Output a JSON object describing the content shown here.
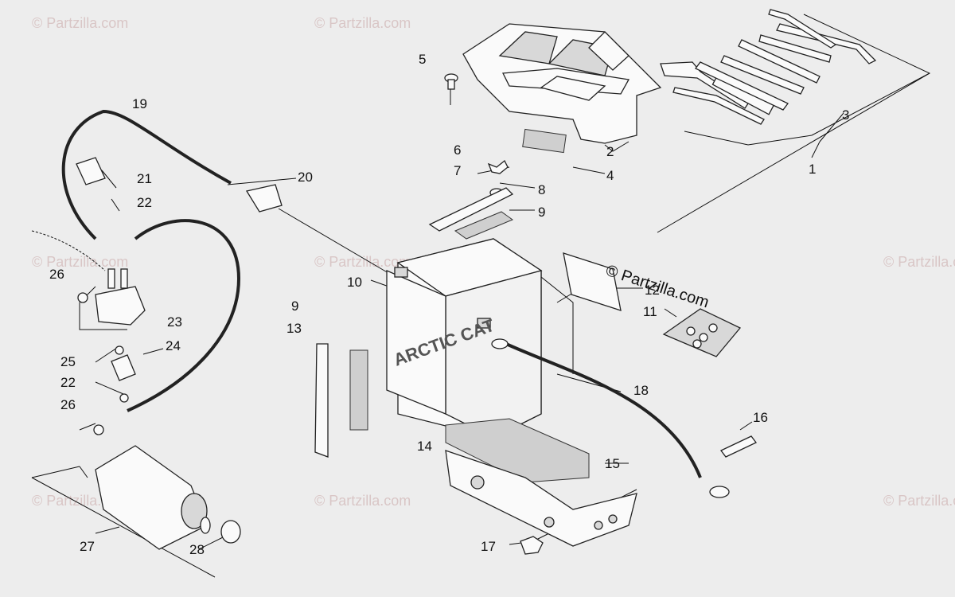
{
  "diagram": {
    "copyright": "© Partzilla.com",
    "watermark": "© Partzilla.com",
    "callouts": [
      {
        "id": "c1",
        "text": "1"
      },
      {
        "id": "c2",
        "text": "2"
      },
      {
        "id": "c3",
        "text": "3"
      },
      {
        "id": "c4",
        "text": "4"
      },
      {
        "id": "c5",
        "text": "5"
      },
      {
        "id": "c6",
        "text": "6"
      },
      {
        "id": "c7",
        "text": "7"
      },
      {
        "id": "c8",
        "text": "8"
      },
      {
        "id": "c9a",
        "text": "9"
      },
      {
        "id": "c9b",
        "text": "9"
      },
      {
        "id": "c10",
        "text": "10"
      },
      {
        "id": "c11",
        "text": "11"
      },
      {
        "id": "c12",
        "text": "12"
      },
      {
        "id": "c13",
        "text": "13"
      },
      {
        "id": "c14",
        "text": "14"
      },
      {
        "id": "c15",
        "text": "15"
      },
      {
        "id": "c16",
        "text": "16"
      },
      {
        "id": "c17",
        "text": "17"
      },
      {
        "id": "c18",
        "text": "18"
      },
      {
        "id": "c19",
        "text": "19"
      },
      {
        "id": "c20",
        "text": "20"
      },
      {
        "id": "c21",
        "text": "21"
      },
      {
        "id": "c22a",
        "text": "22"
      },
      {
        "id": "c22b",
        "text": "22"
      },
      {
        "id": "c23",
        "text": "23"
      },
      {
        "id": "c24",
        "text": "24"
      },
      {
        "id": "c25",
        "text": "25"
      },
      {
        "id": "c26a",
        "text": "26"
      },
      {
        "id": "c26b",
        "text": "26"
      },
      {
        "id": "c27",
        "text": "27"
      },
      {
        "id": "c28",
        "text": "28"
      }
    ],
    "battery_brand": "ARCTIC CAT"
  }
}
